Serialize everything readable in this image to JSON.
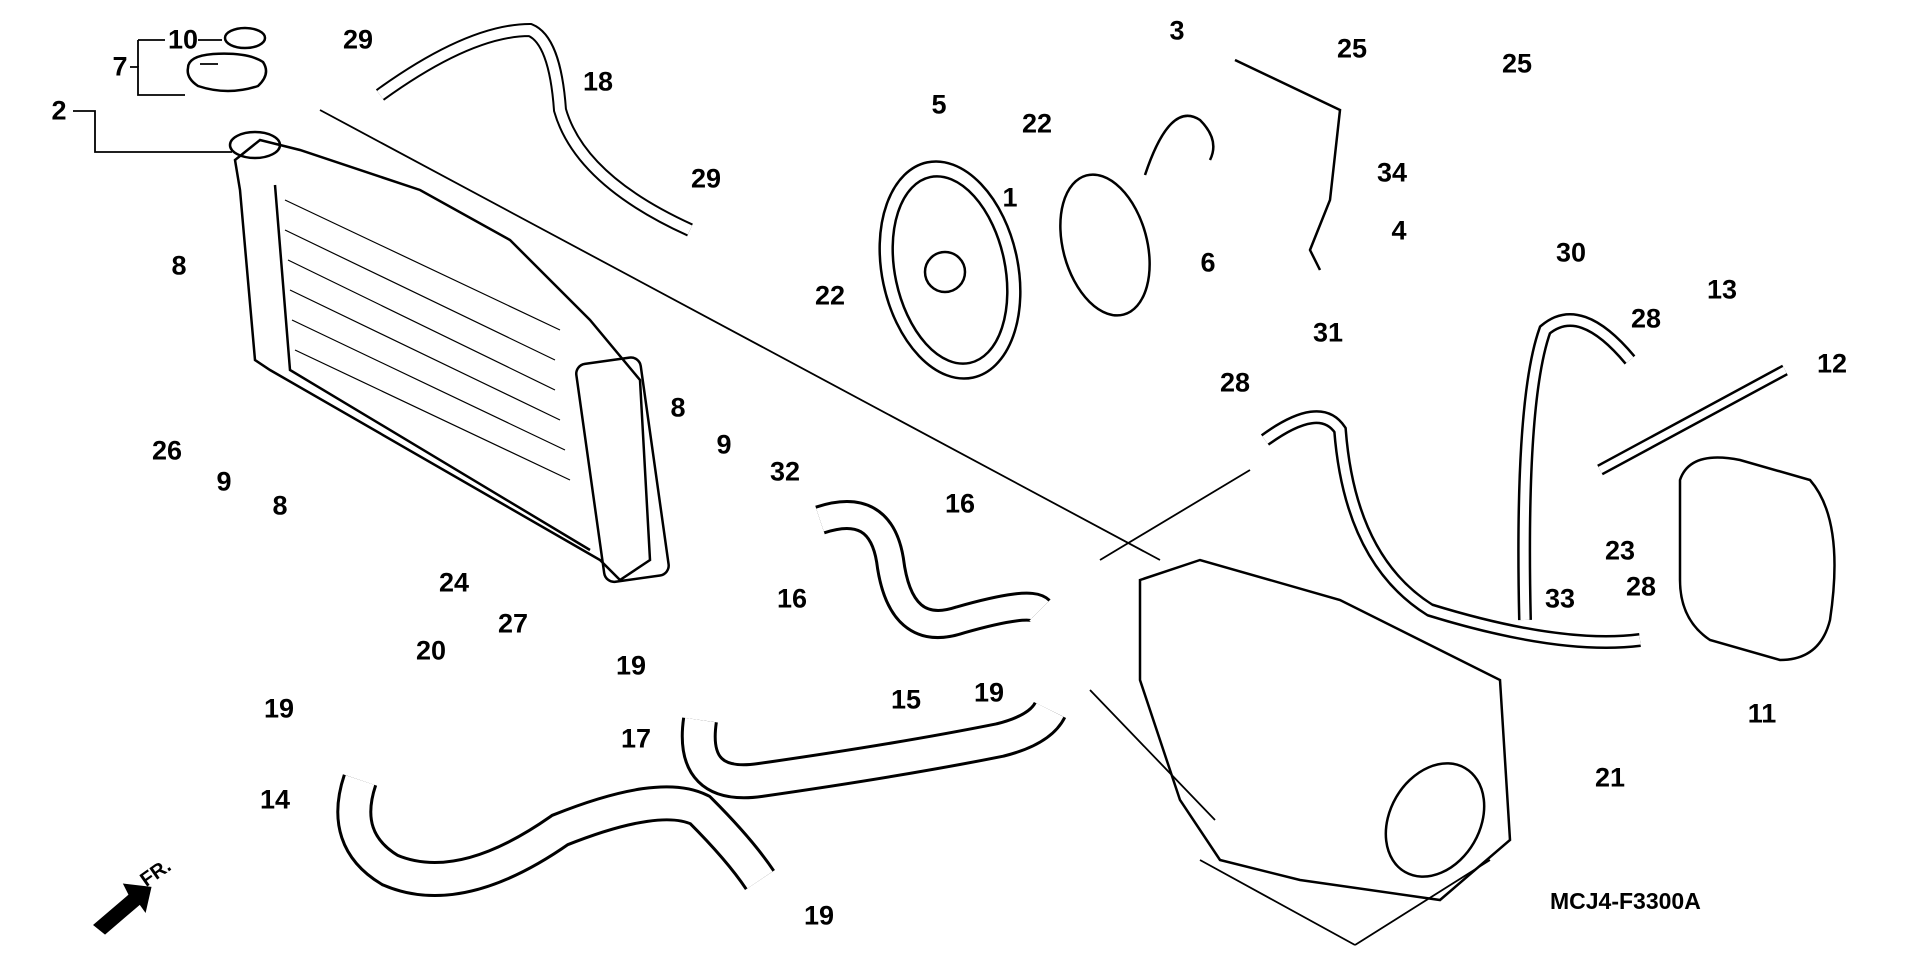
{
  "diagram_code": "MCJ4-F3300A",
  "direction_label": "FR.",
  "colors": {
    "ink": "#000000",
    "background": "#ffffff"
  },
  "callouts": [
    {
      "id": "c10",
      "text": "10"
    },
    {
      "id": "c7",
      "text": "7"
    },
    {
      "id": "c2",
      "text": "2"
    },
    {
      "id": "c29a",
      "text": "29"
    },
    {
      "id": "c18",
      "text": "18"
    },
    {
      "id": "c8a",
      "text": "8"
    },
    {
      "id": "c29b",
      "text": "29"
    },
    {
      "id": "c5",
      "text": "5"
    },
    {
      "id": "c22a",
      "text": "22"
    },
    {
      "id": "c3",
      "text": "3"
    },
    {
      "id": "c25a",
      "text": "25"
    },
    {
      "id": "c25b",
      "text": "25"
    },
    {
      "id": "c34",
      "text": "34"
    },
    {
      "id": "c1",
      "text": "1"
    },
    {
      "id": "c6",
      "text": "6"
    },
    {
      "id": "c4",
      "text": "4"
    },
    {
      "id": "c22b",
      "text": "22"
    },
    {
      "id": "c30",
      "text": "30"
    },
    {
      "id": "c13",
      "text": "13"
    },
    {
      "id": "c31",
      "text": "31"
    },
    {
      "id": "c28a",
      "text": "28"
    },
    {
      "id": "c28b",
      "text": "28"
    },
    {
      "id": "c12",
      "text": "12"
    },
    {
      "id": "c26",
      "text": "26"
    },
    {
      "id": "c9a",
      "text": "9"
    },
    {
      "id": "c8b",
      "text": "8"
    },
    {
      "id": "c8c",
      "text": "8"
    },
    {
      "id": "c9b",
      "text": "9"
    },
    {
      "id": "c32",
      "text": "32"
    },
    {
      "id": "c16a",
      "text": "16"
    },
    {
      "id": "c16b",
      "text": "16"
    },
    {
      "id": "c23",
      "text": "23"
    },
    {
      "id": "c33",
      "text": "33"
    },
    {
      "id": "c28c",
      "text": "28"
    },
    {
      "id": "c24",
      "text": "24"
    },
    {
      "id": "c27",
      "text": "27"
    },
    {
      "id": "c20",
      "text": "20"
    },
    {
      "id": "c15",
      "text": "15"
    },
    {
      "id": "c19a",
      "text": "19"
    },
    {
      "id": "c19b",
      "text": "19"
    },
    {
      "id": "c11",
      "text": "11"
    },
    {
      "id": "c19c",
      "text": "19"
    },
    {
      "id": "c17",
      "text": "17"
    },
    {
      "id": "c21",
      "text": "21"
    },
    {
      "id": "c14",
      "text": "14"
    },
    {
      "id": "c19d",
      "text": "19"
    }
  ]
}
